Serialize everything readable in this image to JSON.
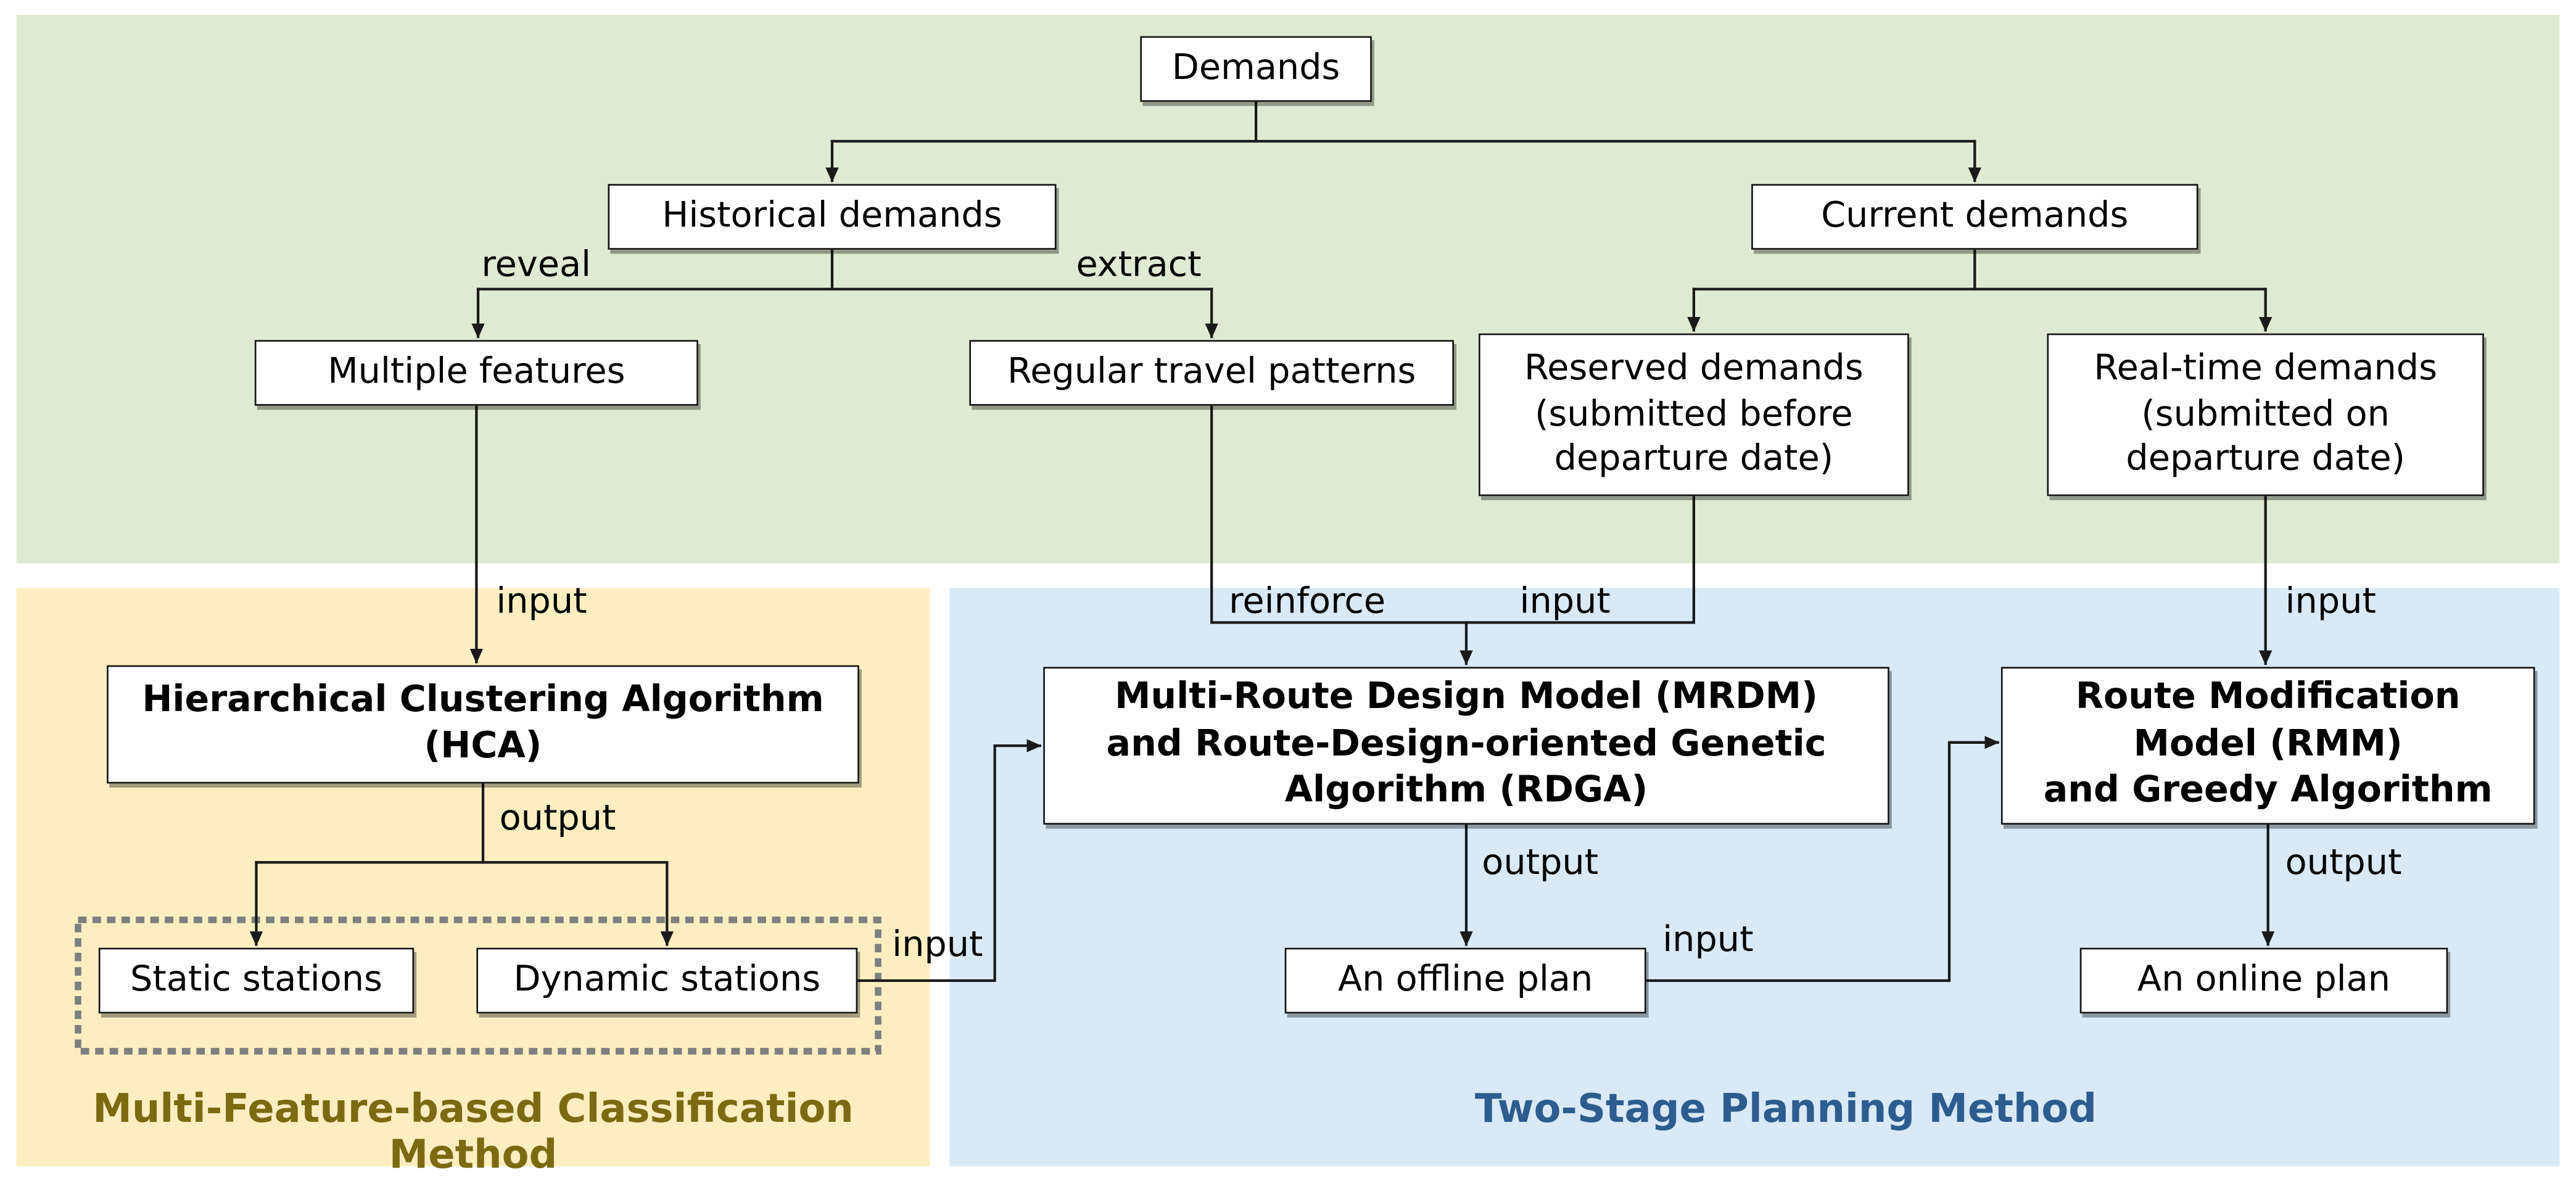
{
  "diagram": {
    "nodes": {
      "demands": "Demands",
      "historical_demands": "Historical demands",
      "current_demands": "Current demands",
      "multiple_features": "Multiple features",
      "regular_travel_patterns": "Regular travel patterns",
      "reserved_demands": "Reserved demands\n(submitted before\ndeparture date)",
      "realtime_demands": "Real-time demands\n(submitted on\ndeparture date)",
      "hca": "Hierarchical Clustering Algorithm\n(HCA)",
      "mrdm_rdga": "Multi-Route Design Model (MRDM)\nand Route-Design-oriented Genetic\nAlgorithm (RDGA)",
      "rmm_greedy": "Route Modification\nModel (RMM)\nand Greedy Algorithm",
      "static_stations": "Static stations",
      "dynamic_stations": "Dynamic stations",
      "offline_plan": "An offline plan",
      "online_plan": "An online plan"
    },
    "edge_labels": {
      "reveal": "reveal",
      "extract": "extract",
      "input_hca": "input",
      "output_hca": "output",
      "reinforce": "reinforce",
      "input_mrdm": "input",
      "output_mrdm": "output",
      "input_stations_to_mrdm": "input",
      "input_offline_to_rmm": "input",
      "input_rmm": "input",
      "output_rmm": "output"
    },
    "region_titles": {
      "classification": "Multi-Feature-based Classification Method",
      "planning": "Two-Stage Planning Method"
    },
    "colors": {
      "demands_region_bg": "#dfead2",
      "classification_region_bg": "#fdeec2",
      "planning_region_bg": "#d9e9f6",
      "classification_title_text": "#7c6a12",
      "planning_title_text": "#2d5c8e",
      "node_border": "#141414",
      "connector": "#1a1a1a",
      "dashed_group_border": "#7f7f7f"
    }
  }
}
